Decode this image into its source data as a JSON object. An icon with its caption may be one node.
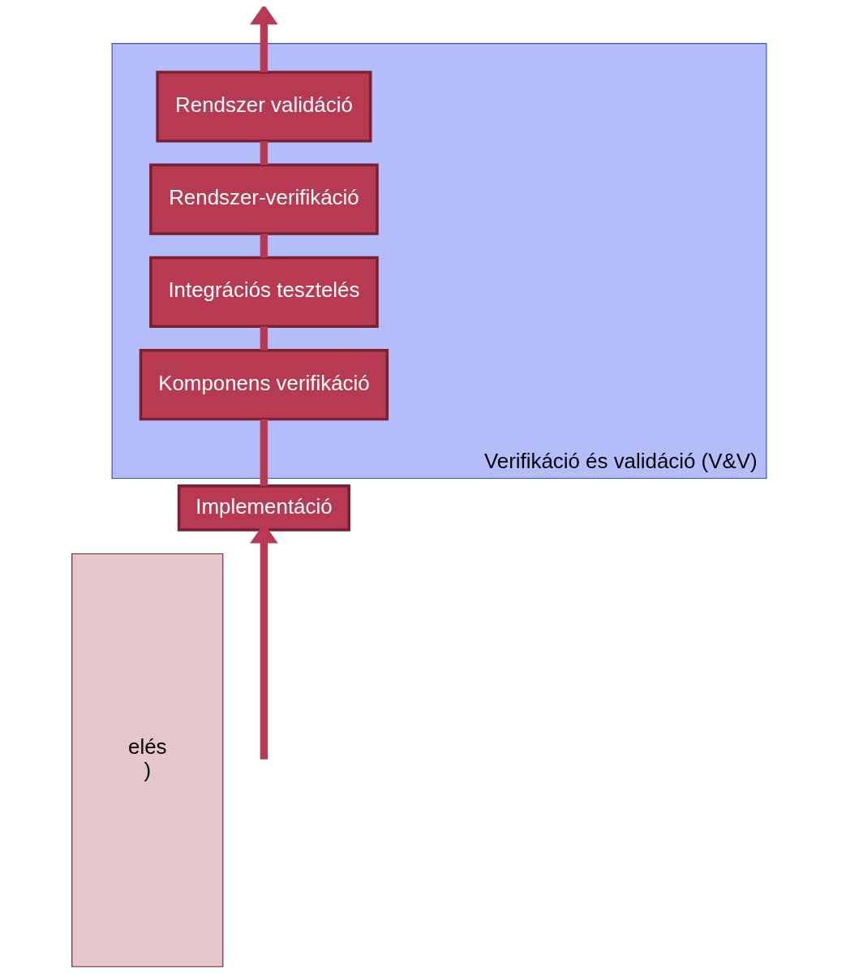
{
  "diagram": {
    "nodes": [
      {
        "text": [
          "elés",
          ")"
        ]
      },
      {
        "text": [
          "Verifikáció és validáció (V&V)"
        ]
      },
      {
        "text": [
          "Implementáció"
        ]
      },
      {
        "text": [
          "Komponens verifikáció"
        ],
        "in": 1
      },
      {
        "text": [
          "Integrációs tesztelés"
        ],
        "in": 1
      },
      {
        "text": [
          "Rendszer-verifikáció"
        ],
        "in": 1
      },
      {
        "text": [
          "Rendszer validáció"
        ],
        "in": 1
      }
    ],
    "edges": [
      {
        "from": null,
        "to": 2,
        "arrow": "to"
      },
      {
        "from": 2,
        "to": 3,
        "arrow": "none"
      },
      {
        "from": 3,
        "to": 4,
        "arrow": "none"
      },
      {
        "from": 4,
        "to": 5,
        "arrow": "none"
      },
      {
        "from": 5,
        "to": 6,
        "arrow": "none"
      },
      {
        "from": 6,
        "to": null,
        "arrow": "to"
      }
    ]
  }
}
